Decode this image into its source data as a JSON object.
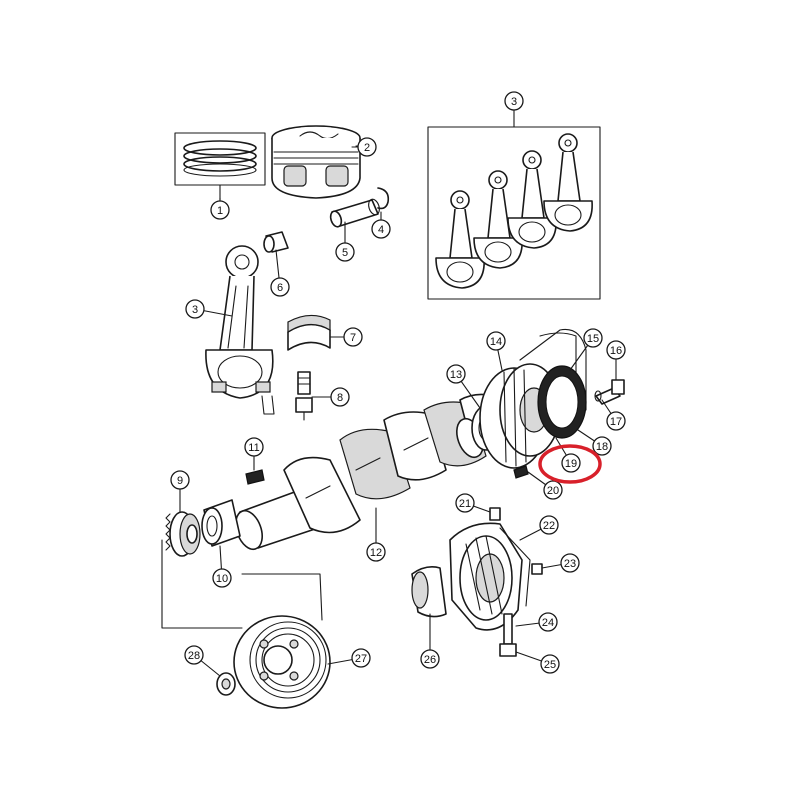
{
  "highlight_color": "#d8202a",
  "highlighted_part": "19",
  "callouts": [
    {
      "label": "1"
    },
    {
      "label": "2"
    },
    {
      "label": "3"
    },
    {
      "label": "4"
    },
    {
      "label": "5"
    },
    {
      "label": "6"
    },
    {
      "label": "3"
    },
    {
      "label": "7"
    },
    {
      "label": "8"
    },
    {
      "label": "14"
    },
    {
      "label": "15"
    },
    {
      "label": "16"
    },
    {
      "label": "13"
    },
    {
      "label": "17"
    },
    {
      "label": "18"
    },
    {
      "label": "19"
    },
    {
      "label": "11"
    },
    {
      "label": "20"
    },
    {
      "label": "9"
    },
    {
      "label": "21"
    },
    {
      "label": "22"
    },
    {
      "label": "12"
    },
    {
      "label": "23"
    },
    {
      "label": "10"
    },
    {
      "label": "24"
    },
    {
      "label": "26"
    },
    {
      "label": "25"
    },
    {
      "label": "28"
    },
    {
      "label": "27"
    }
  ]
}
